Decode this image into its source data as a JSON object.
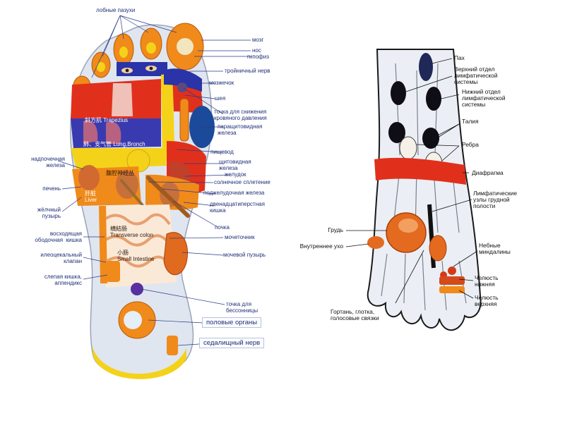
{
  "left_labels": {
    "sinuses": "лобные пазухи",
    "brain": "мозг",
    "nose": "нос",
    "pituitary": "гипофиз",
    "trigeminal": "тройничный нерв",
    "cerebellum": "мозжечок",
    "neck": "шея",
    "pressure_point": "точка для снижения\nкровяного давления",
    "parathyroid": "паращитовидная\nжелеза",
    "esophagus": "пищевод",
    "thyroid": "щитовидная\nжелеза",
    "stomach": "желудок",
    "solar_plexus": "солнечное сплетение",
    "pancreas": "поджелудочная железа",
    "duodenum": "двенадцатиперстная\nкишка",
    "kidney": "почка",
    "ureter": "мочеточник",
    "bladder": "мочевой пузырь",
    "insomnia": "точка для\nбессонницы",
    "genitals": "половые органы",
    "sciatic": "седалищный нерв",
    "adrenal": "надпочечная\nжелеза",
    "liver": "печень",
    "gallbladder": "жёлчный\nпузырь",
    "ascending_colon": "восходящая\nободочная  кишка",
    "ileocecal": "илеоцекальный\nклапан",
    "cecum": "слепая кишка,\nаппендикс"
  },
  "zone_labels": {
    "trapezius": "斜方肌 Trapezius",
    "lung": "肺、支气管 Lung,Bronch",
    "solar": "腹腔神经丛",
    "liver": "肝脏\nLiver",
    "transverse": "横結肠\nTransverse colon",
    "small": "小肠\nSmall Intestine"
  },
  "right_labels": {
    "groin": "Пах",
    "upper_lymph": "Верхний отдел\nлимфатической\nсистемы",
    "lower_lymph": "Нижний отдел\nлимфатической\nсистемы",
    "waist": "Талия",
    "ribs": "Ребра",
    "diaphragm": "Диафрагма",
    "chest_lymph": "Лимфатические\nузлы грудной\nполости",
    "breast": "Грудь",
    "inner_ear": "Внутреннее ухо",
    "tonsils": "Небные\nминдалины",
    "lower_jaw": "Челюсть\nнижняя",
    "upper_jaw": "Челюсть\nверхняя",
    "throat": "Гортань, глотка,\nголосовые связки"
  },
  "colors": {
    "yellow": "#f5d21a",
    "red": "#e0301c",
    "blue": "#2a33a8",
    "orange": "#f08a1a",
    "label_blue": "#1f2f78",
    "black": "#111111"
  }
}
